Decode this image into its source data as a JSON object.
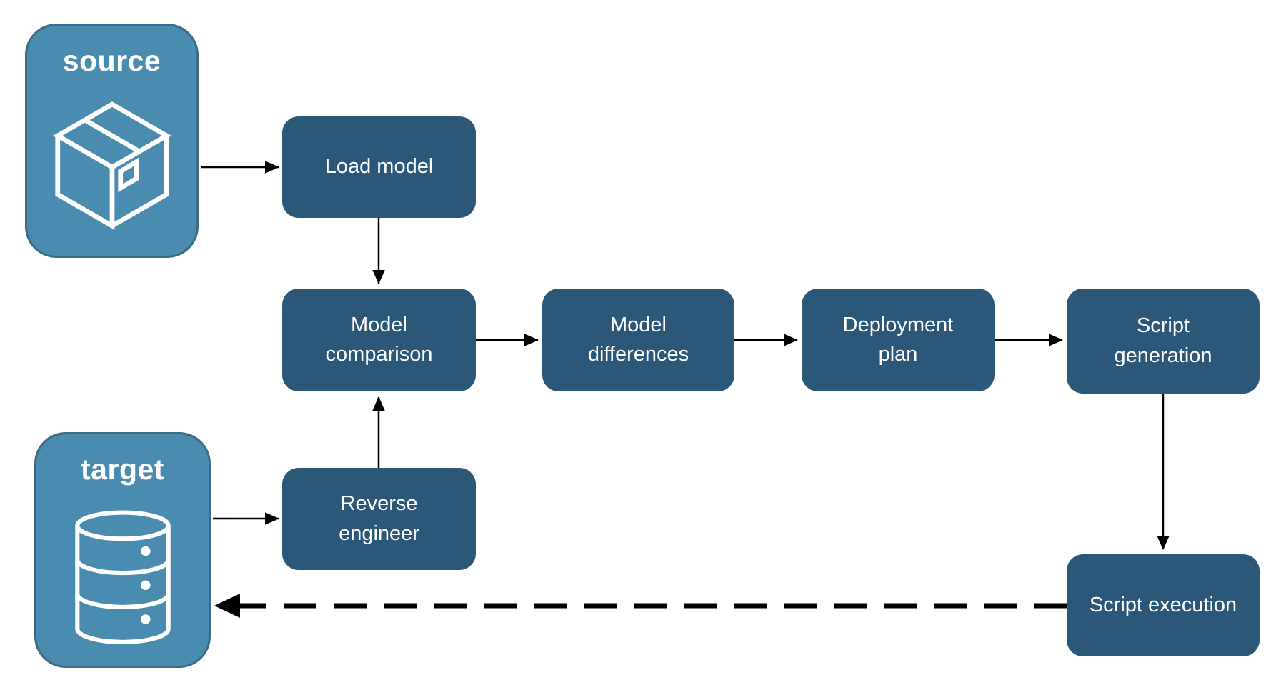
{
  "diagram": {
    "description": "Schema compare / deployment pipeline flow diagram",
    "colors": {
      "background": "#ffffff",
      "node_fill": "#2B5778",
      "node_text": "#ffffff",
      "endpoint_fill": "#4A8CAF",
      "endpoint_border": "#3A6A84",
      "endpoint_text": "#ffffff",
      "arrow": "#000000"
    },
    "endpoints": [
      {
        "id": "source",
        "label": "source",
        "icon": "package-icon"
      },
      {
        "id": "target",
        "label": "target",
        "icon": "database-icon"
      }
    ],
    "nodes": [
      {
        "id": "load-model",
        "label": "Load model"
      },
      {
        "id": "model-comparison",
        "label": "Model comparison"
      },
      {
        "id": "model-differences",
        "label": "Model differences"
      },
      {
        "id": "deployment-plan",
        "label": "Deployment plan"
      },
      {
        "id": "script-generation",
        "label": "Script generation"
      },
      {
        "id": "reverse-engineer",
        "label": "Reverse engineer"
      },
      {
        "id": "script-execution",
        "label": "Script execution"
      }
    ],
    "edges": [
      {
        "from": "source",
        "to": "load-model",
        "style": "solid",
        "direction": "right"
      },
      {
        "from": "load-model",
        "to": "model-comparison",
        "style": "solid",
        "direction": "down"
      },
      {
        "from": "model-comparison",
        "to": "model-differences",
        "style": "solid",
        "direction": "right"
      },
      {
        "from": "model-differences",
        "to": "deployment-plan",
        "style": "solid",
        "direction": "right"
      },
      {
        "from": "deployment-plan",
        "to": "script-generation",
        "style": "solid",
        "direction": "right"
      },
      {
        "from": "target",
        "to": "reverse-engineer",
        "style": "solid",
        "direction": "right"
      },
      {
        "from": "reverse-engineer",
        "to": "model-comparison",
        "style": "solid",
        "direction": "up"
      },
      {
        "from": "script-generation",
        "to": "script-execution",
        "style": "solid",
        "direction": "down"
      },
      {
        "from": "script-execution",
        "to": "target",
        "style": "dashed",
        "direction": "left"
      }
    ]
  }
}
